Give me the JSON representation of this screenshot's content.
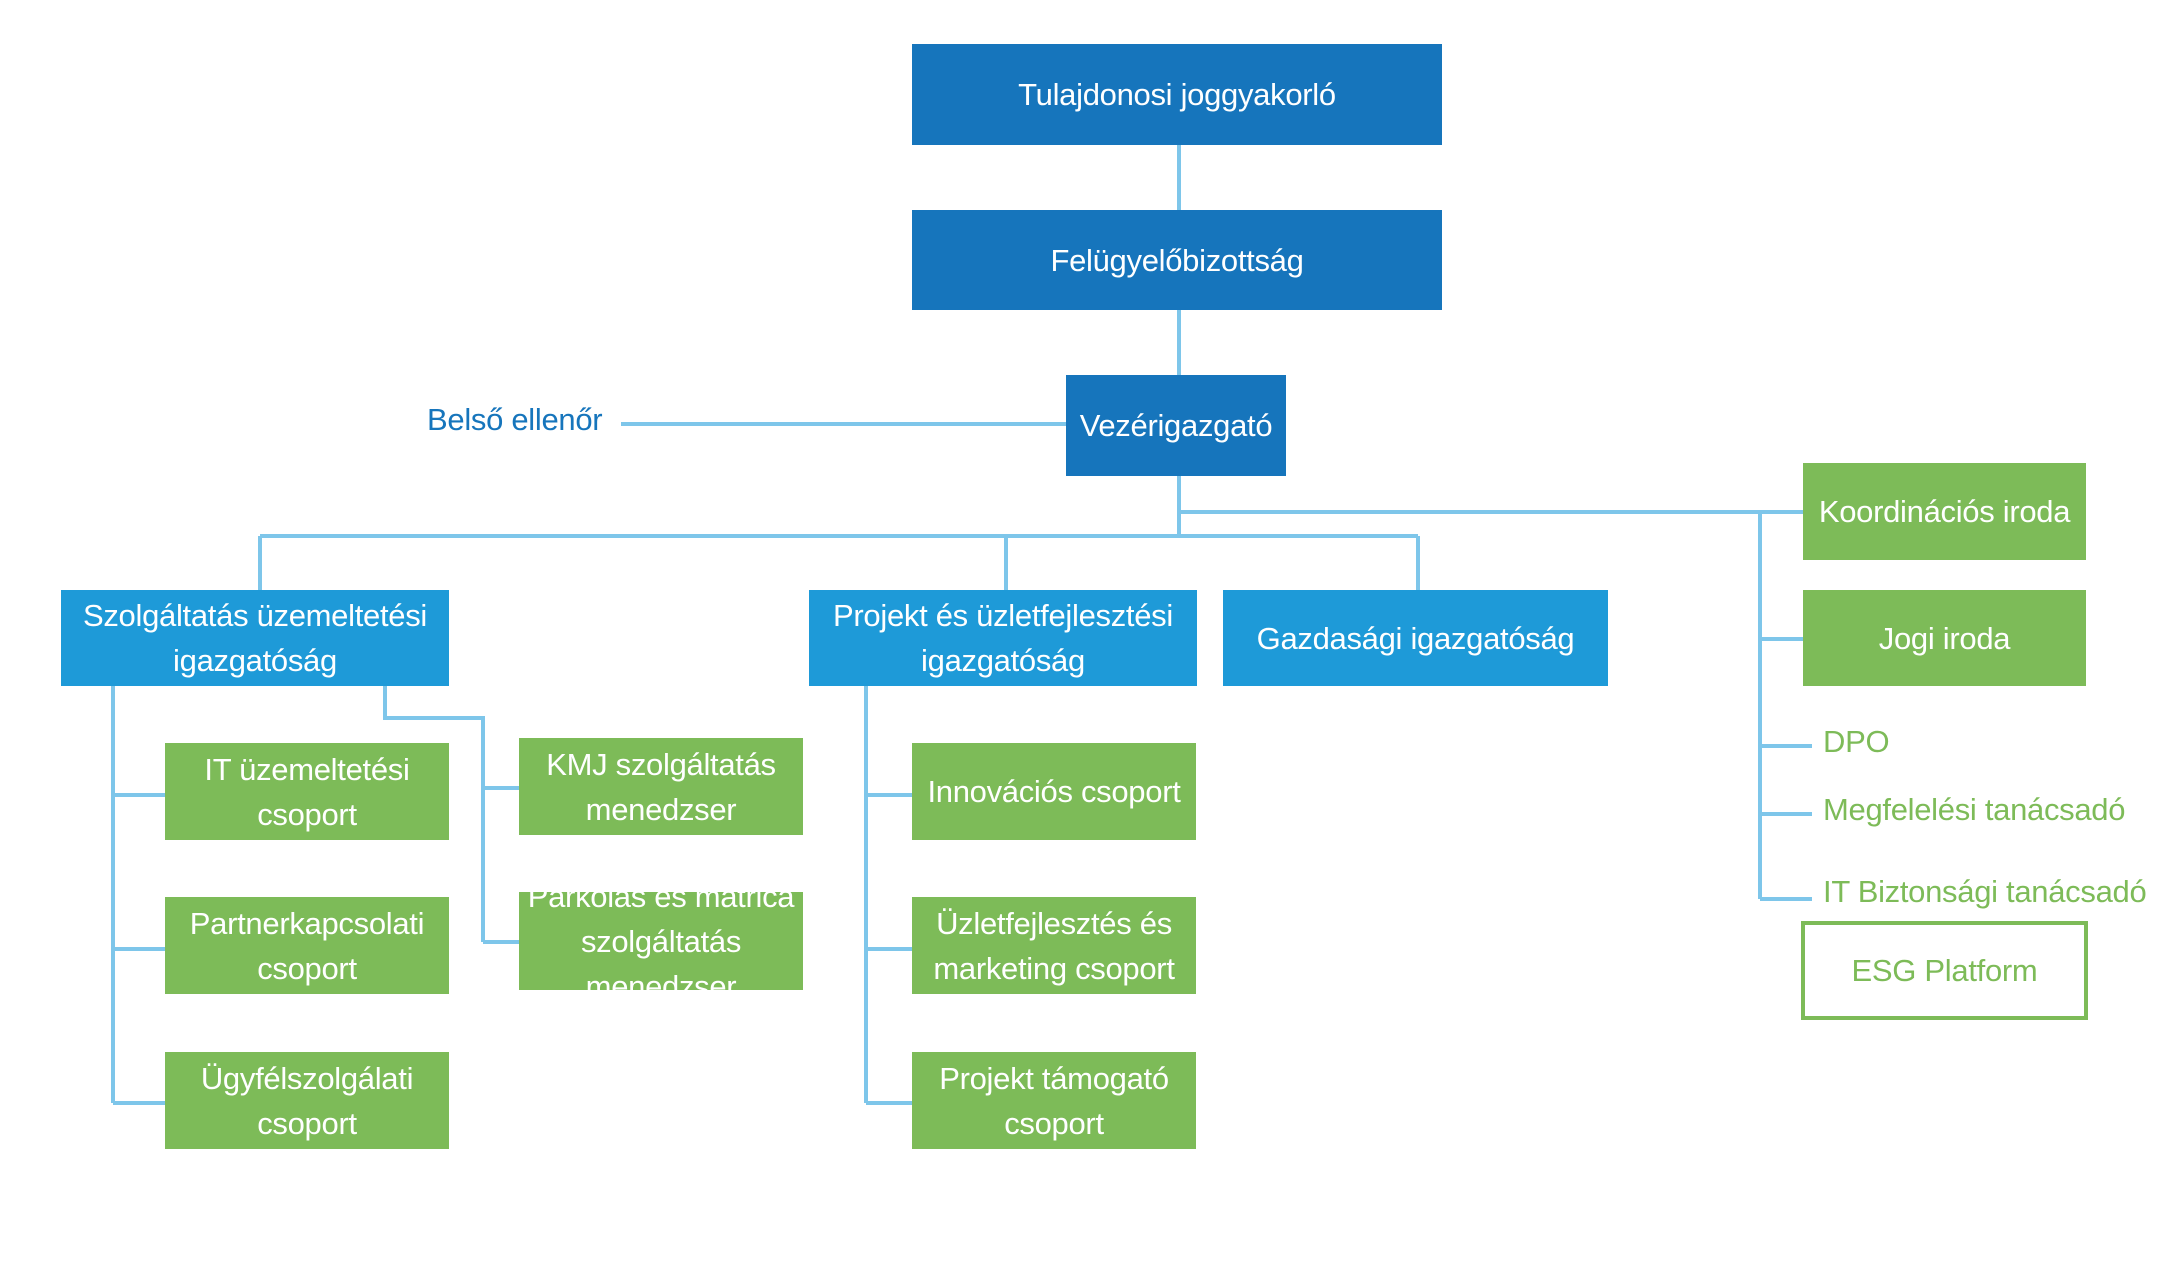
{
  "colors": {
    "top_box": "#1675bc",
    "directorate_box": "#1e9ad8",
    "group_box": "#7dbb58",
    "connector": "#7ec6ea"
  },
  "nodes": {
    "owner": "Tulajdonosi joggyakorló",
    "supervisory_board": "Felügyelőbizottság",
    "ceo": "Vezérigazgató",
    "internal_auditor": "Belső ellenőr",
    "service_operations": "Szolgáltatás üzemeltetési\nigazgatóság",
    "project_business_dev": "Projekt és üzletfejlesztési\nigazgatóság",
    "economic": "Gazdasági igazgatóság",
    "coordination_office": "Koordinációs iroda",
    "legal_office": "Jogi iroda",
    "dpo": "DPO",
    "compliance_advisor": "Megfelelési tanácsadó",
    "it_security_advisor": "IT Biztonsági tanácsadó",
    "esg_platform": "ESG Platform",
    "it_operations_group": "IT üzemeltetési\ncsoport",
    "partner_relations_group": "Partnerkapcsolati\ncsoport",
    "customer_service_group": "Ügyfélszolgálati\ncsoport",
    "kmj_manager": "KMJ szolgáltatás\nmenedzser",
    "parking_manager": "Parkolás és matrica\nszolgáltatás menedzser",
    "innovation_group": "Innovációs csoport",
    "business_marketing_group": "Üzletfejlesztés és\nmarketing csoport",
    "project_support_group": "Projekt támogató\ncsoport"
  }
}
